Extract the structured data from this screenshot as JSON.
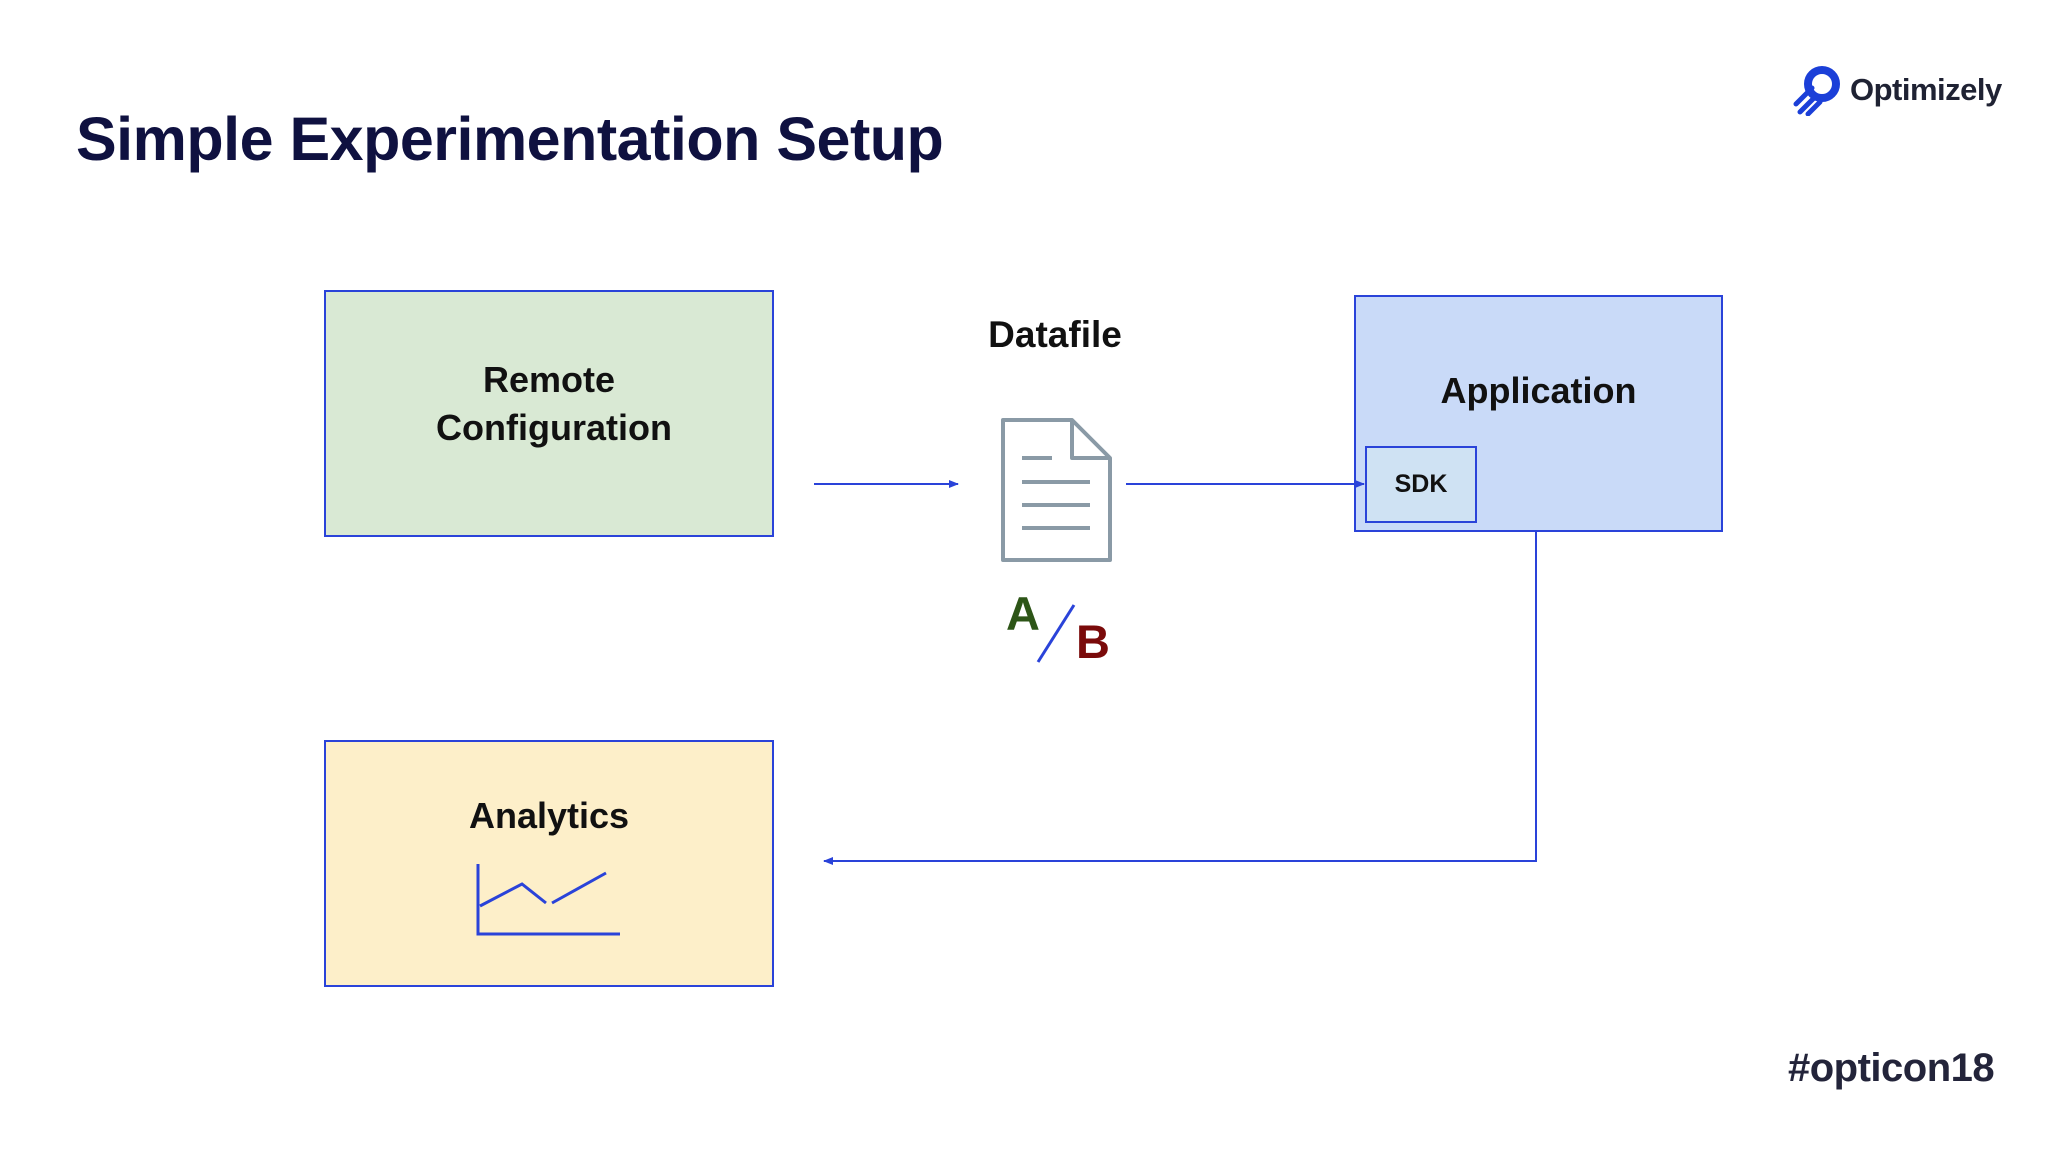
{
  "slide": {
    "title": "Simple Experimentation Setup",
    "brand": {
      "name": "Optimizely",
      "accent_color": "#1b3fd8"
    },
    "hashtag": "#opticon18"
  },
  "diagram": {
    "nodes": {
      "remote_configuration": {
        "label": "Remote Configuration",
        "fill": "#d9e9d4"
      },
      "datafile": {
        "label": "Datafile",
        "variant_a": "A",
        "variant_b": "B",
        "variant_a_color": "#2d5517",
        "variant_b_color": "#7a0a0a"
      },
      "application": {
        "label": "Application",
        "fill": "#c9daf8"
      },
      "sdk": {
        "label": "SDK",
        "fill": "#cfe2f3"
      },
      "analytics": {
        "label": "Analytics",
        "fill": "#fdefc9"
      }
    },
    "edge_color": "#2a43d9",
    "edges": [
      {
        "from": "remote_configuration",
        "to": "datafile"
      },
      {
        "from": "datafile",
        "to": "sdk"
      },
      {
        "from": "application",
        "to": "analytics"
      }
    ]
  }
}
